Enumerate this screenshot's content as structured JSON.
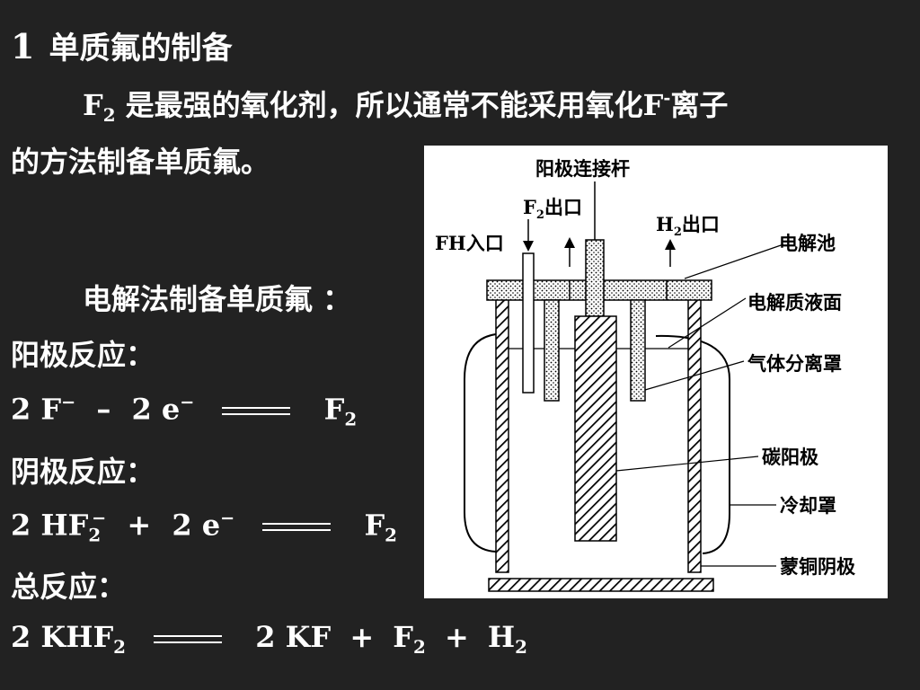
{
  "title": {
    "number": "1",
    "text": "单质氟的制备"
  },
  "intro": {
    "f": "F",
    "f_sub": "2",
    "part1": " 是最强的氧化剂，所以通常不能采用氧化F",
    "f_ion_sup": "-",
    "part2": "离子",
    "line2": "的方法制备单质氟。"
  },
  "method": "电解法制备单质氟 ：",
  "anode": {
    "label": "阳极反应：",
    "lhs_coef": "2 F",
    "lhs_sup": "−",
    "op": "–",
    "e_coef": "2 e",
    "e_sup": "−",
    "rhs": "F",
    "rhs_sub": "2"
  },
  "cathode": {
    "label": "阴极反应：",
    "lhs": "2 HF",
    "lhs_sub": "2",
    "lhs_sup": "−",
    "op": "+",
    "e_coef": "2 e",
    "e_sup": "−",
    "rhs": "F",
    "rhs_sub": "2"
  },
  "overall": {
    "label": "总反应：",
    "lhs": "2 KHF",
    "lhs_sub": "2",
    "p1": "2 KF",
    "plus1": "+",
    "p2": "F",
    "p2_sub": "2",
    "plus2": "+",
    "p3": "H",
    "p3_sub": "2"
  },
  "diagram": {
    "anode_rod": "阳极连接杆",
    "f2_outlet": "F",
    "f2_outlet_sub": "2",
    "f2_outlet_tail": "出口",
    "h2_outlet": "H",
    "h2_outlet_sub": "2",
    "h2_outlet_tail": "出口",
    "fh_inlet": "FH入口",
    "cell": "电解池",
    "electrolyte_surface": "电解质液面",
    "gas_hood": "气体分离罩",
    "carbon_anode": "碳阳极",
    "cooling_jacket": "冷却罩",
    "monel_cathode": "蒙铜阴极"
  }
}
